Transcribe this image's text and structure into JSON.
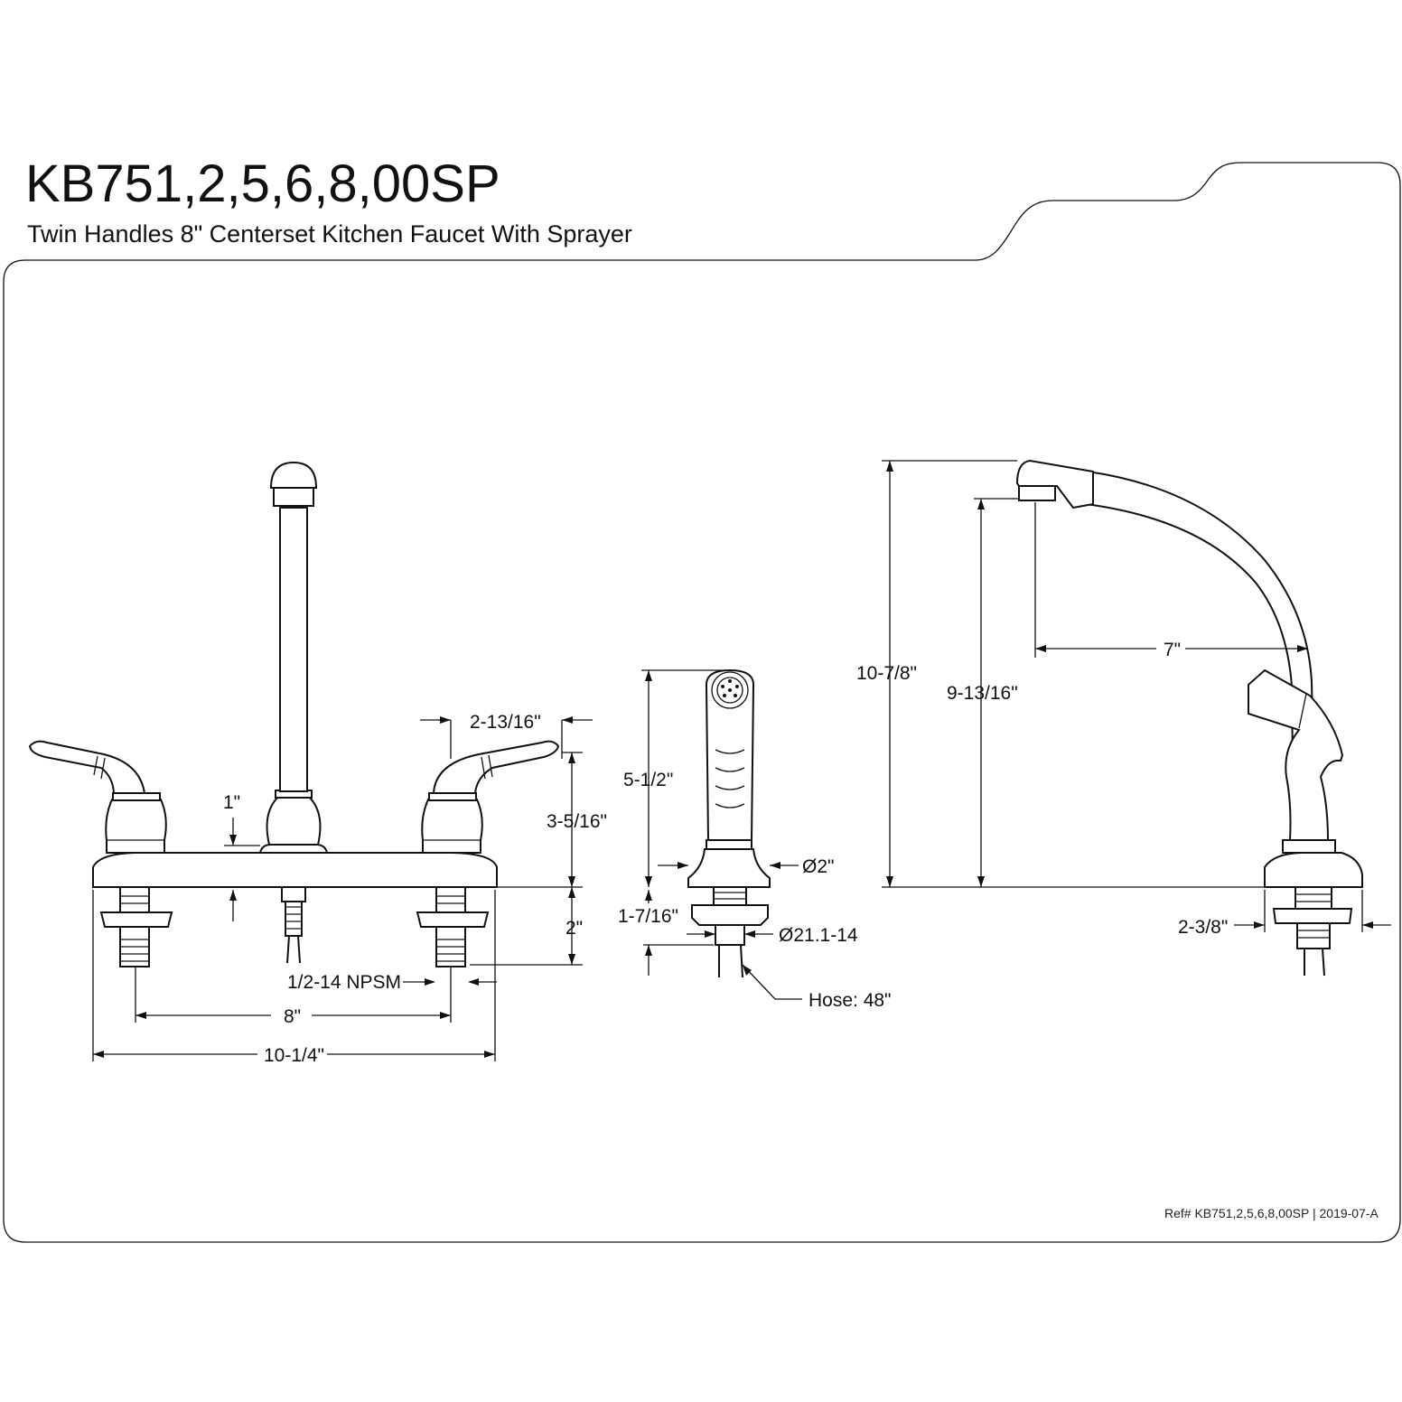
{
  "title": "KB751,2,5,6,8,00SP",
  "subtitle": "Twin Handles 8\" Centerset Kitchen Faucet With Sprayer",
  "reference": "Ref# KB751,2,5,6,8,00SP | 2019-07-A",
  "dimensions": {
    "handle_offset": "2-13/16\"",
    "escutcheon_to_spout": "1\"",
    "handle_height": "3-5/16\"",
    "shank_length": "2\"",
    "thread": "1/2-14 NPSM",
    "center_spacing": "8\"",
    "overall_width": "10-1/4\"",
    "sprayer_height": "5-1/2\"",
    "sprayer_base_diameter": "Ø2\"",
    "sprayer_mount_depth": "1-7/16\"",
    "sprayer_thread": "Ø21.1-14",
    "hose": "Hose: 48\"",
    "overall_height": "10-7/8\"",
    "spout_clearance": "9-13/16\"",
    "spout_reach": "7\"",
    "base_depth": "2-3/8\""
  }
}
